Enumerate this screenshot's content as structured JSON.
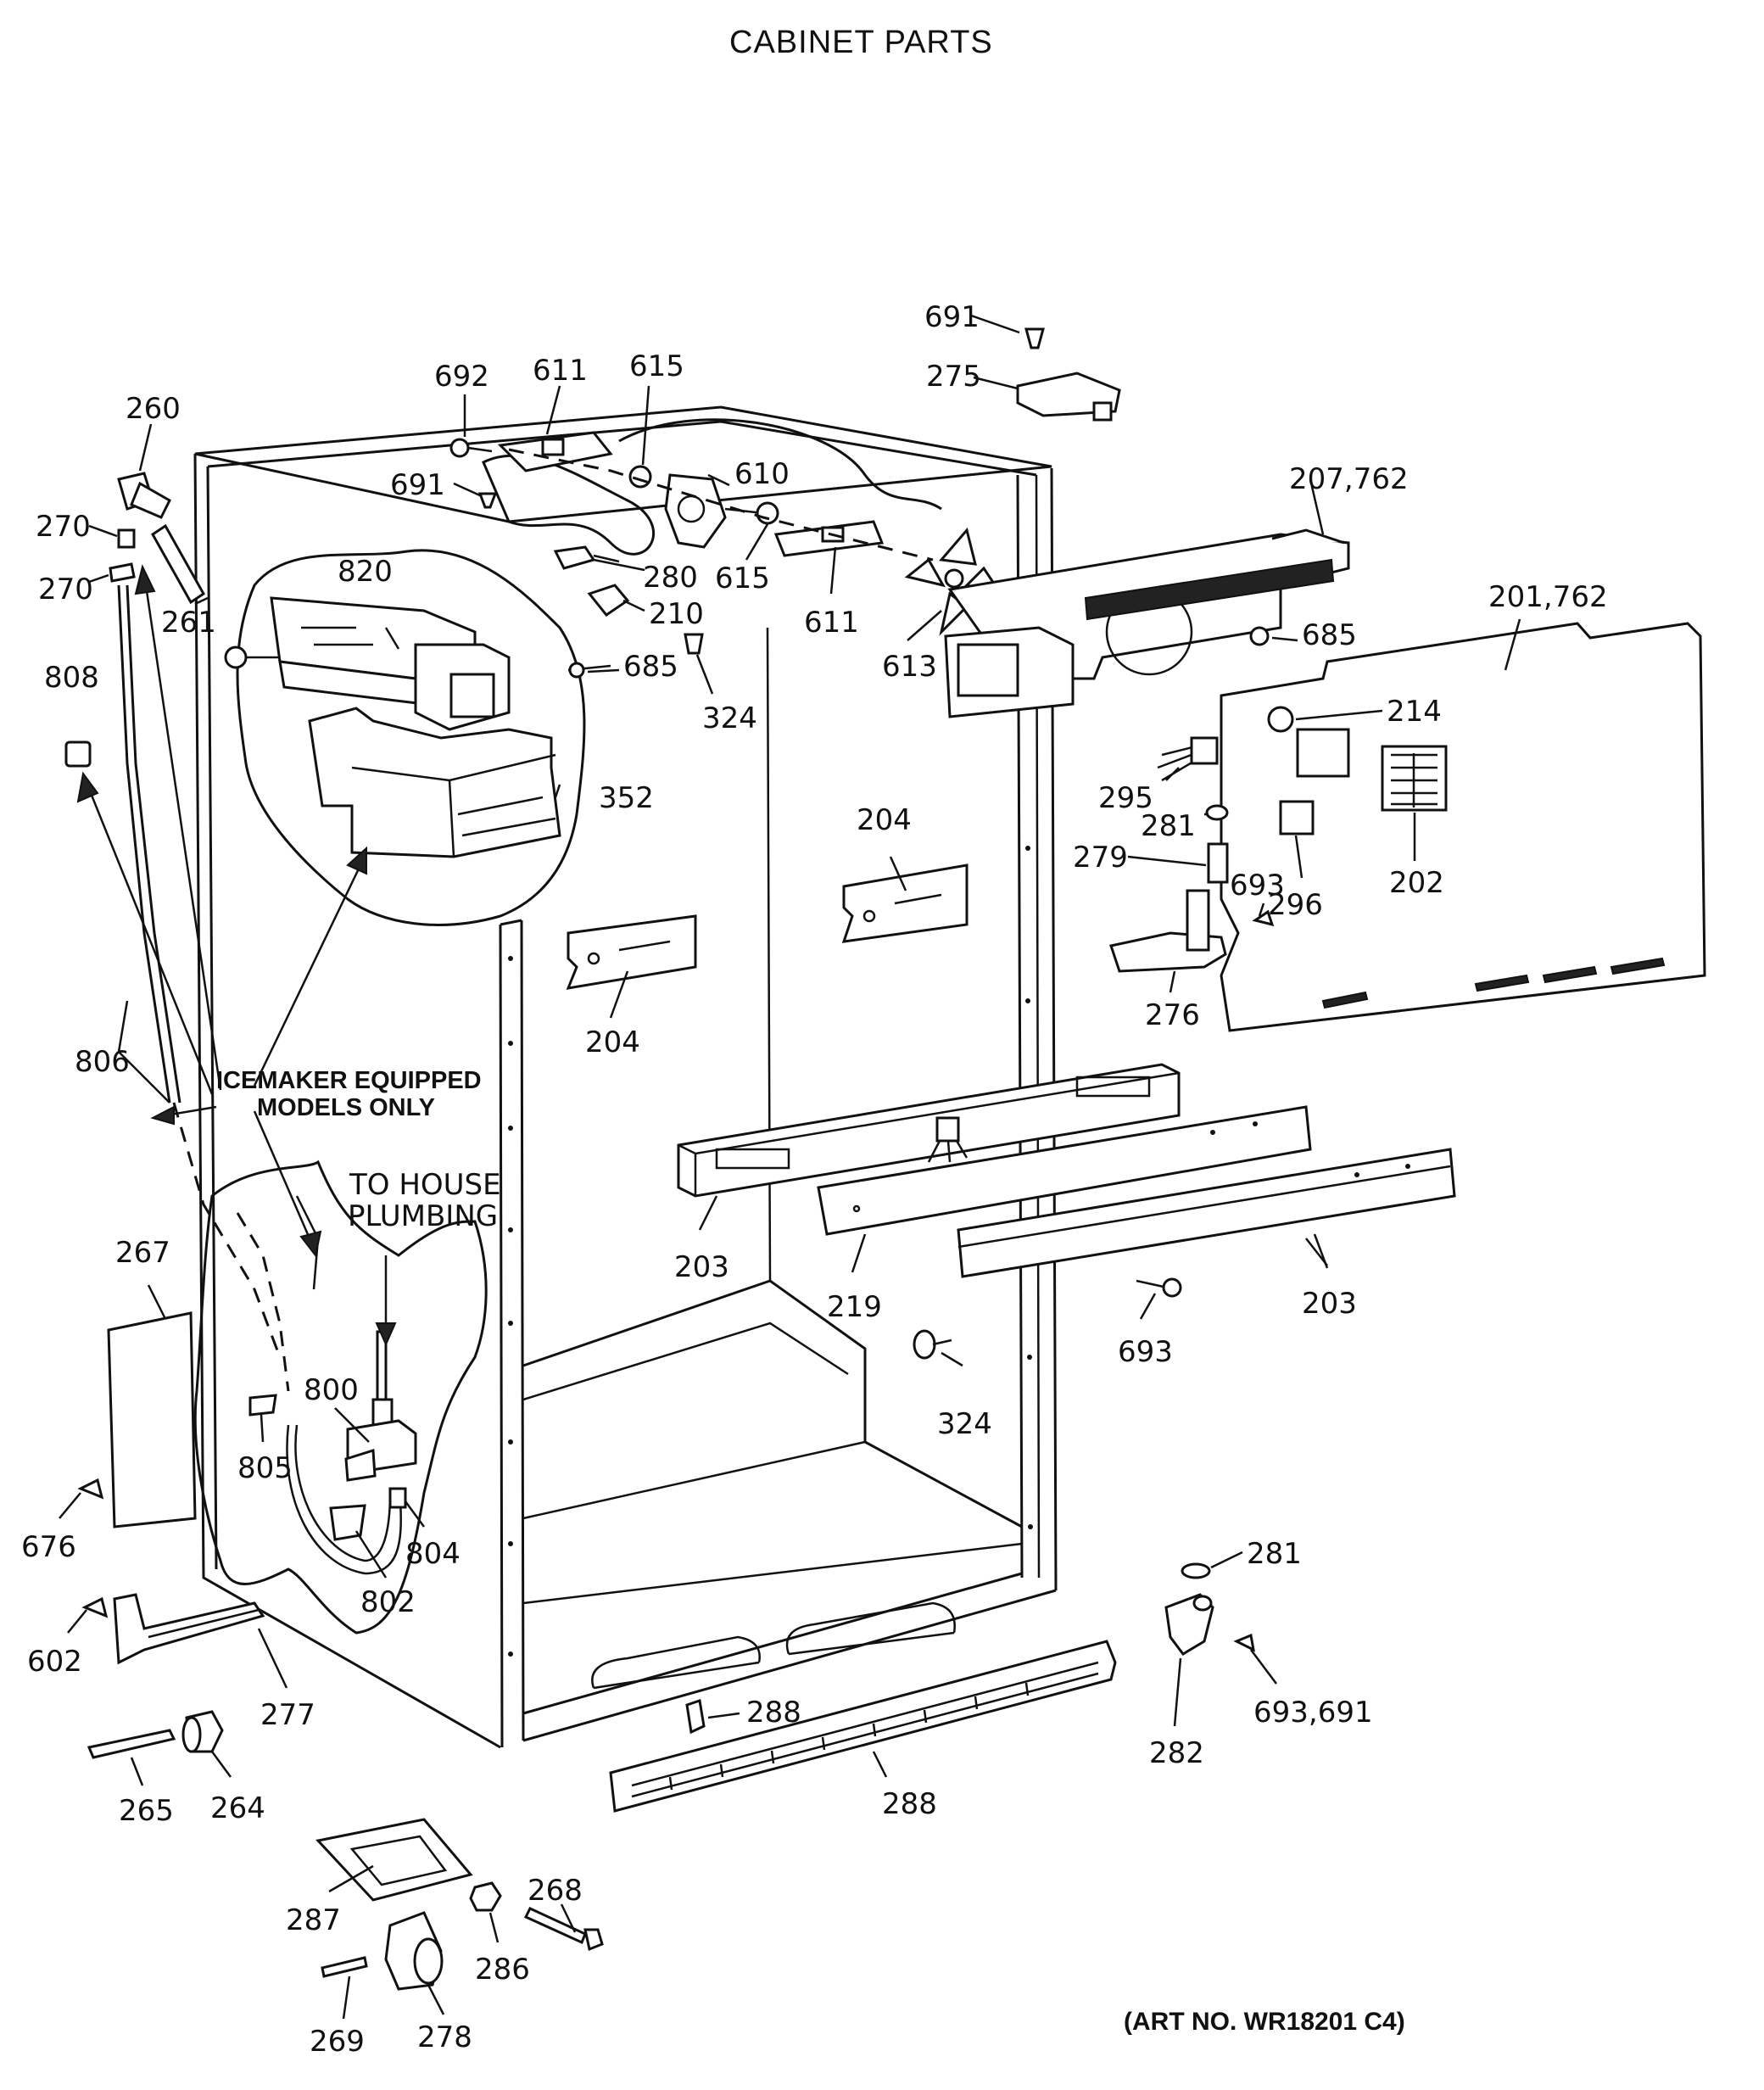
{
  "title": "CABINET PARTS",
  "art_number": "(ART NO. WR18201 C4)",
  "notes": {
    "icemaker_line1": "ICEMAKER EQUIPPED",
    "icemaker_line2": "MODELS ONLY",
    "plumbing_line1": "TO HOUSE",
    "plumbing_line2": "PLUMBING"
  },
  "labels": {
    "p691a": "691",
    "p275": "275",
    "p692": "692",
    "p611a": "611",
    "p615a": "615",
    "p260": "260",
    "p610": "610",
    "p691b": "691",
    "p207_762": "207,762",
    "p270a": "270",
    "p270b": "270",
    "p280": "280",
    "p261": "261",
    "p615b": "615",
    "p611b": "611",
    "p210": "210",
    "p820": "820",
    "p613": "613",
    "p685a": "685",
    "p685b": "685",
    "p201_762": "201,762",
    "p808": "808",
    "p324a": "324",
    "p214": "214",
    "p352": "352",
    "p295": "295",
    "p281a": "281",
    "p204a": "204",
    "p279": "279",
    "p693a": "693",
    "p296": "296",
    "p202": "202",
    "p204b": "204",
    "p276": "276",
    "p806": "806",
    "p203a": "203",
    "p219": "219",
    "p203b": "203",
    "p267": "267",
    "p693b": "693",
    "p800": "800",
    "p324b": "324",
    "p805": "805",
    "p676": "676",
    "p804": "804",
    "p802": "802",
    "p281b": "281",
    "p602": "602",
    "p277": "277",
    "p288a": "288",
    "p282": "282",
    "p693_691": "693,691",
    "p265": "265",
    "p264": "264",
    "p288b": "288",
    "p268": "268",
    "p287": "287",
    "p286": "286",
    "p269": "269",
    "p278": "278"
  }
}
